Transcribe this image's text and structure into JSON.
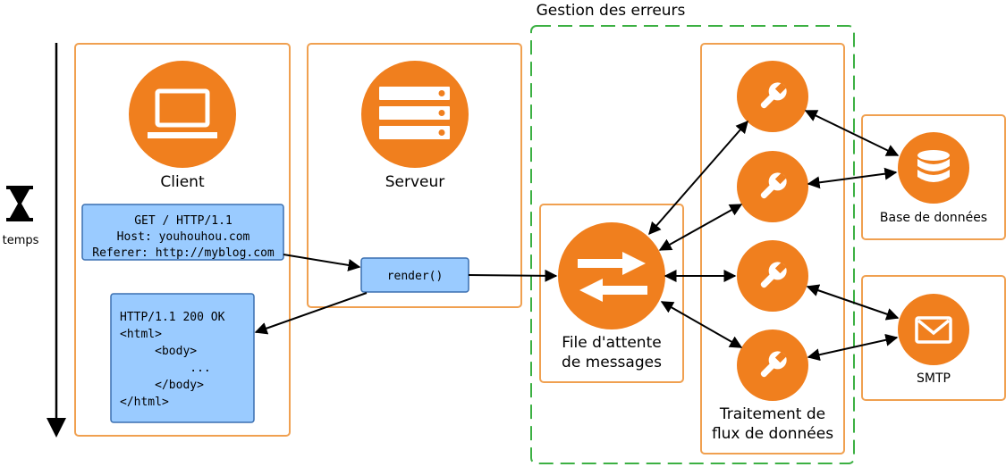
{
  "diagram": {
    "time_axis_label": "temps",
    "error_handling_label": "Gestion des erreurs",
    "client": {
      "label": "Client",
      "request_lines": [
        "GET / HTTP/1.1",
        "Host: youhouhou.com",
        "Referer: http://myblog.com"
      ],
      "response_lines": [
        "HTTP/1.1 200 OK",
        "<html>",
        "     <body>",
        "          ...",
        "     </body>",
        "</html>"
      ]
    },
    "server": {
      "label": "Serveur",
      "render_label": "render()"
    },
    "queue": {
      "label_line1": "File d'attente",
      "label_line2": "de messages"
    },
    "stream_processing": {
      "label_line1": "Traitement de",
      "label_line2": "flux de données"
    },
    "database": {
      "label": "Base de données"
    },
    "smtp": {
      "label": "SMTP"
    },
    "icons": {
      "time": "hourglass-icon",
      "client": "laptop-icon",
      "server": "server-rack-icon",
      "queue": "exchange-arrows-icon",
      "worker": "wrench-icon",
      "database": "database-icon",
      "smtp": "envelope-icon"
    },
    "colors": {
      "orange": "#f07f1e",
      "box_border": "#f0a050",
      "blue_box": "#9acbff",
      "blue_border": "#3a6fb0",
      "green_dashed": "#3cb043"
    }
  }
}
